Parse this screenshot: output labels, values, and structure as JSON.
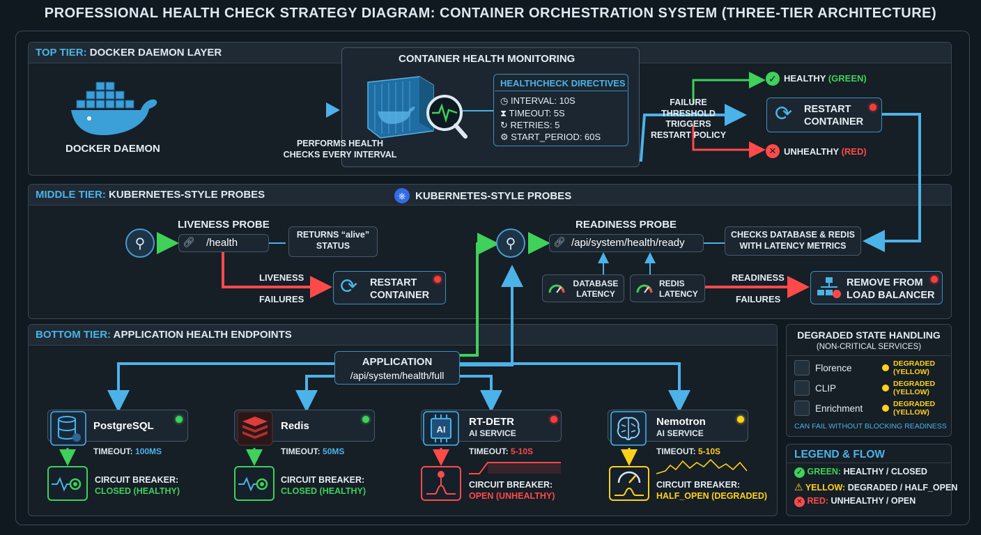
{
  "title": "PROFESSIONAL HEALTH CHECK STRATEGY DIAGRAM: CONTAINER ORCHESTRATION SYSTEM (THREE-TIER ARCHITECTURE)",
  "top_tier": {
    "head_accent": "TOP TIER:",
    "head_rest": " DOCKER DAEMON LAYER",
    "docker_label": "DOCKER DAEMON",
    "monitor_title": "CONTAINER HEALTH MONITORING",
    "directives_title": "HEALTHCHECK DIRECTIVES",
    "directives": [
      "INTERVAL: 10s",
      "TIMEOUT: 5s",
      "RETRIES: 5",
      "START_PERIOD: 60s"
    ],
    "performs_line1": "PERFORMS HEALTH",
    "performs_line2": "CHECKS EVERY INTERVAL",
    "failure_line1": "FAILURE THRESHOLD",
    "failure_line2": "TRIGGERS",
    "failure_line3": "RESTART POLICY",
    "restart_line1": "RESTART",
    "restart_line2": "CONTAINER",
    "healthy_word": "HEALTHY",
    "healthy_color": "(GREEN)",
    "unhealthy_word": "UNHEALTHY",
    "unhealthy_color": "(RED)"
  },
  "middle_tier": {
    "head_accent": "MIDDLE TIER:",
    "head_rest": " KUBERNETES-STYLE PROBES",
    "center_title": "KUBERNETES-STYLE PROBES",
    "liveness_title": "LIVENESS PROBE",
    "liveness_path": "/health",
    "returns_line1": "RETURNS “alive”",
    "returns_line2": "STATUS",
    "liveness_fail1": "LIVENESS",
    "liveness_fail2": "FAILURES",
    "restart_line1": "RESTART",
    "restart_line2": "CONTAINER",
    "readiness_title": "READINESS PROBE",
    "readiness_path": "/api/system/health/ready",
    "checks_line1": "CHECKS DATABASE & REDIS",
    "checks_line2": "WITH LATENCY METRICS",
    "db_line1": "DATABASE",
    "db_line2": "LATENCY",
    "redis_line1": "REDIS",
    "redis_line2": "LATENCY",
    "readiness_fail1": "READINESS",
    "readiness_fail2": "FAILURES",
    "remove_line1": "REMOVE FROM",
    "remove_line2": "LOAD BALANCER"
  },
  "bottom_tier": {
    "head_accent": "BOTTOM TIER:",
    "head_rest": " APPLICATION HEALTH ENDPOINTS",
    "app_title": "APPLICATION",
    "app_path": "/api/system/health/full",
    "timeout_label": "TIMEOUT:",
    "cb_label": "CIRCUIT BREAKER:",
    "services": [
      {
        "name": "PostgreSQL",
        "sub": "",
        "timeout": "100ms",
        "state": "CLOSED (HEALTHY)"
      },
      {
        "name": "Redis",
        "sub": "",
        "timeout": "50ms",
        "state": "CLOSED (HEALTHY)"
      },
      {
        "name": "RT-DETR",
        "sub": "AI SERVICE",
        "timeout": "5-10s",
        "state": "OPEN (UNHEALTHY)"
      },
      {
        "name": "Nemotron",
        "sub": "AI SERVICE",
        "timeout": "5-10s",
        "state": "HALF_OPEN (DEGRADED)"
      }
    ]
  },
  "degraded": {
    "title": "DEGRADED STATE HANDLING",
    "subtitle": "(NON-CRITICAL SERVICES)",
    "items": [
      {
        "name": "Florence",
        "status1": "DEGRADED",
        "status2": "(YELLOW)"
      },
      {
        "name": "CLIP",
        "status1": "DEGRADED",
        "status2": "(YELLOW)"
      },
      {
        "name": "Enrichment",
        "status1": "DEGRADED",
        "status2": "(YELLOW)"
      }
    ],
    "footer": "CAN FAIL WITHOUT BLOCKING READINESS"
  },
  "legend": {
    "title": "LEGEND & FLOW",
    "rows": [
      {
        "key": "GREEN:",
        "text": " HEALTHY / CLOSED"
      },
      {
        "key": "YELLOW:",
        "text": " DEGRADED / HALF_OPEN"
      },
      {
        "key": "RED:",
        "text": " UNHEALTHY / OPEN"
      }
    ]
  },
  "colors": {
    "healthy": "#3fd15a",
    "degraded": "#ffd21a",
    "unhealthy": "#ff4a4a",
    "accent": "#4cb3e8"
  }
}
